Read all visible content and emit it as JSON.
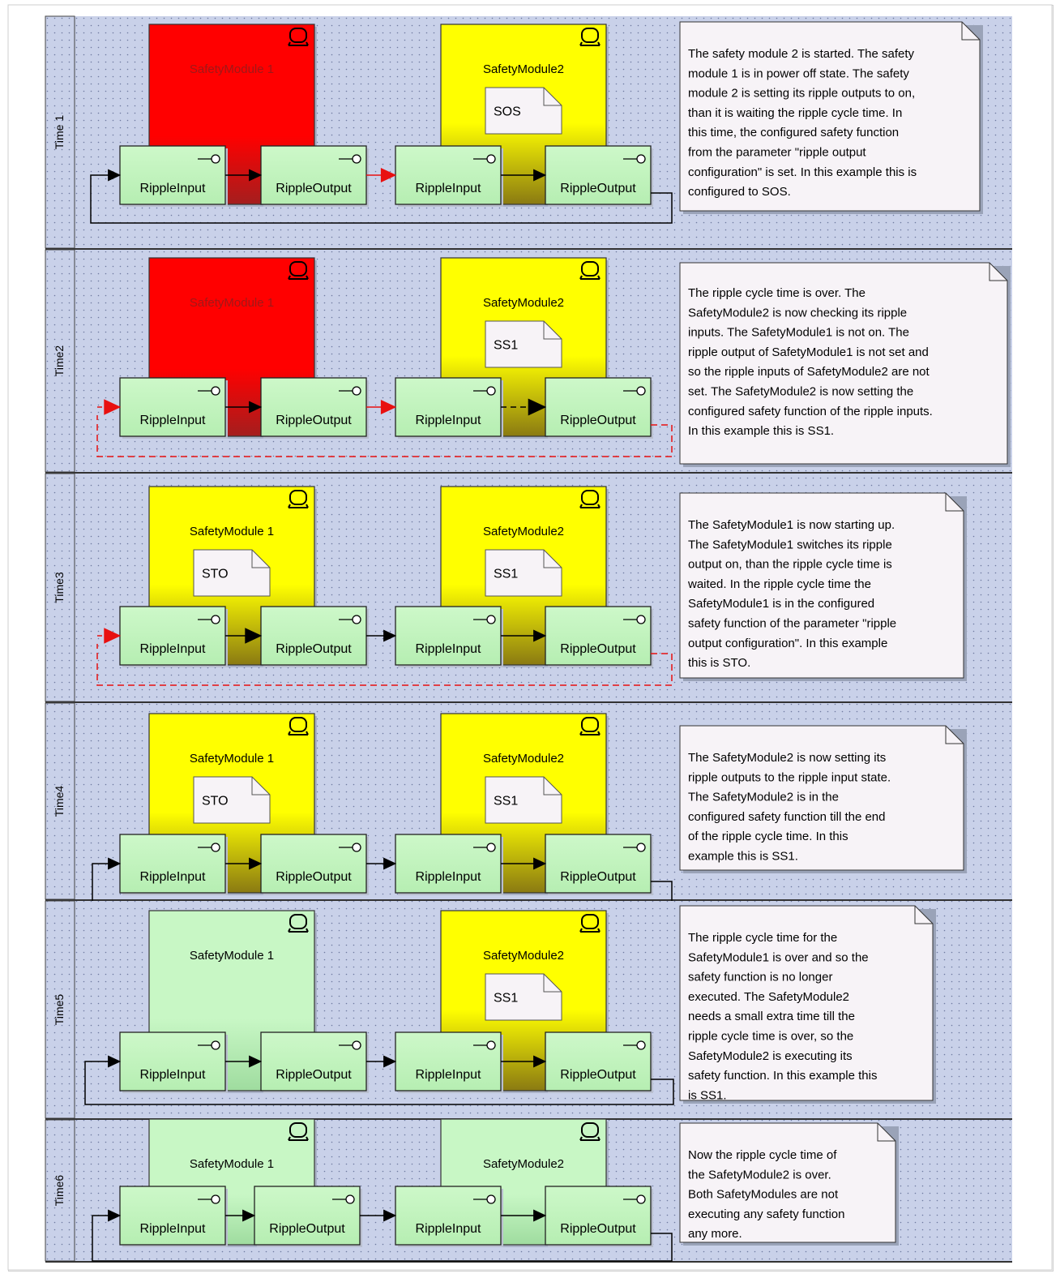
{
  "rows": [
    {
      "label": "Time 1",
      "m1": {
        "title": "SafetyModule 1",
        "state": "red",
        "function": ""
      },
      "m2": {
        "title": "SafetyModule2",
        "state": "yellow",
        "function": "SOS"
      },
      "link12": "red",
      "feedback": "solid",
      "note": [
        "The safety module 2 is started. The safety",
        "module 1 is in power off state. The safety",
        "module 2 is setting its ripple outputs to on,",
        "than it is waiting the ripple cycle time. In",
        "this time, the configured safety function",
        "from the parameter \"ripple output",
        "configuration\" is set. In this example this is",
        "configured to SOS."
      ]
    },
    {
      "label": "Time2",
      "m1": {
        "title": "SafetyModule 1",
        "state": "red",
        "function": ""
      },
      "m2": {
        "title": "SafetyModule2",
        "state": "yellow",
        "function": "SS1"
      },
      "link12": "red",
      "feedback": "dashed-red",
      "note": [
        "The ripple cycle time is over. The",
        "SafetyModule2 is now checking its ripple",
        "inputs. The SafetyModule1 is not on. The",
        "ripple output of SafetyModule1 is not set and",
        "so the ripple inputs of SafetyModule2 are not",
        "set. The SafetyModule2 is now setting the",
        "configured safety function of the ripple inputs.",
        "In this example this is SS1."
      ]
    },
    {
      "label": "Time3",
      "m1": {
        "title": "SafetyModule 1",
        "state": "yellow",
        "function": "STO"
      },
      "m2": {
        "title": "SafetyModule2",
        "state": "yellow",
        "function": "SS1"
      },
      "link12": "black",
      "feedback": "dashed-red",
      "note": [
        "The SafetyModule1 is now starting up.",
        "The SafetyModule1 switches its ripple",
        "output on, than the ripple cycle time is",
        "waited. In the ripple cycle time the",
        "SafetyModule1 is in the configured",
        "safety function of the parameter \"ripple",
        "output configuration\". In this example",
        "this is STO."
      ]
    },
    {
      "label": "Time4",
      "m1": {
        "title": "SafetyModule 1",
        "state": "yellow",
        "function": "STO"
      },
      "m2": {
        "title": "SafetyModule2",
        "state": "yellow",
        "function": "SS1"
      },
      "link12": "black",
      "feedback": "solid",
      "note": [
        "The SafetyModule2 is now setting its",
        "ripple outputs to the ripple input state.",
        "The SafetyModule2 is in the",
        "configured safety function till the end",
        "of the ripple cycle time. In this",
        "example this is SS1."
      ]
    },
    {
      "label": "Time5",
      "m1": {
        "title": "SafetyModule 1",
        "state": "green",
        "function": ""
      },
      "m2": {
        "title": "SafetyModule2",
        "state": "yellow",
        "function": "SS1"
      },
      "link12": "black",
      "feedback": "solid",
      "note": [
        "The ripple cycle time for the",
        "SafetyModule1 is over and so the",
        "safety function is no longer",
        "executed. The SafetyModule2",
        "needs a small extra time till the",
        "ripple cycle time is over, so the",
        "SafetyModule2 is executing its",
        "safety function. In this example this",
        "is SS1."
      ]
    },
    {
      "label": "Time6",
      "m1": {
        "title": "SafetyModule 1",
        "state": "green",
        "function": ""
      },
      "m2": {
        "title": "SafetyModule2",
        "state": "green",
        "function": ""
      },
      "link12": "black",
      "feedback": "solid",
      "note": [
        "Now the ripple cycle time of",
        "the SafetyModule2 is over.",
        "Both SafetyModules are not",
        "executing any safety function",
        "any more."
      ]
    }
  ],
  "port_labels": {
    "input": "RippleInput",
    "output": "RippleOutput"
  },
  "colors": {
    "red": "#ff0000",
    "yellow": "#ffff00",
    "green": "#c8f5c2",
    "port_fill": "#c8f7c5",
    "link_red": "#e81010",
    "note_fill": "#f7f3f7"
  }
}
